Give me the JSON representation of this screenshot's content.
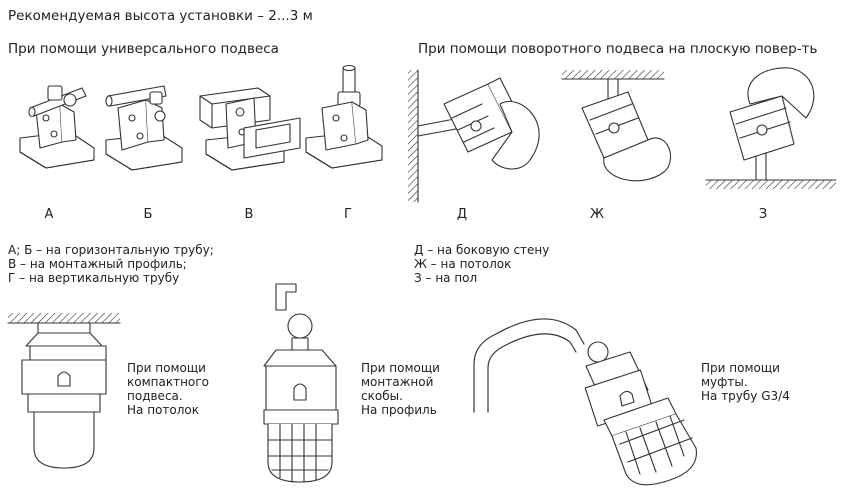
{
  "title": "Рекомендуемая высота установки – 2...3 м",
  "sections": {
    "universal": "При помощи универсального подвеса",
    "swivel": "При помощи поворотного подвеса на плоскую повер-ть"
  },
  "letters": [
    "А",
    "Б",
    "В",
    "Г",
    "Д",
    "Ж",
    "З"
  ],
  "legend_universal": [
    "А; Б – на горизонтальную трубу;",
    "В – на монтажный профиль;",
    "Г – на вертикальную трубу"
  ],
  "legend_swivel": [
    "Д – на боковую стену",
    "Ж – на потолок",
    "З – на пол"
  ],
  "notes": {
    "compact": [
      "При помощи",
      "компактного",
      "подвеса.",
      "На потолок"
    ],
    "bracket": [
      "При помощи",
      "монтажной",
      "скобы.",
      "На профиль"
    ],
    "coupling": [
      "При помощи",
      "муфты.",
      "На трубу G3/4"
    ]
  }
}
